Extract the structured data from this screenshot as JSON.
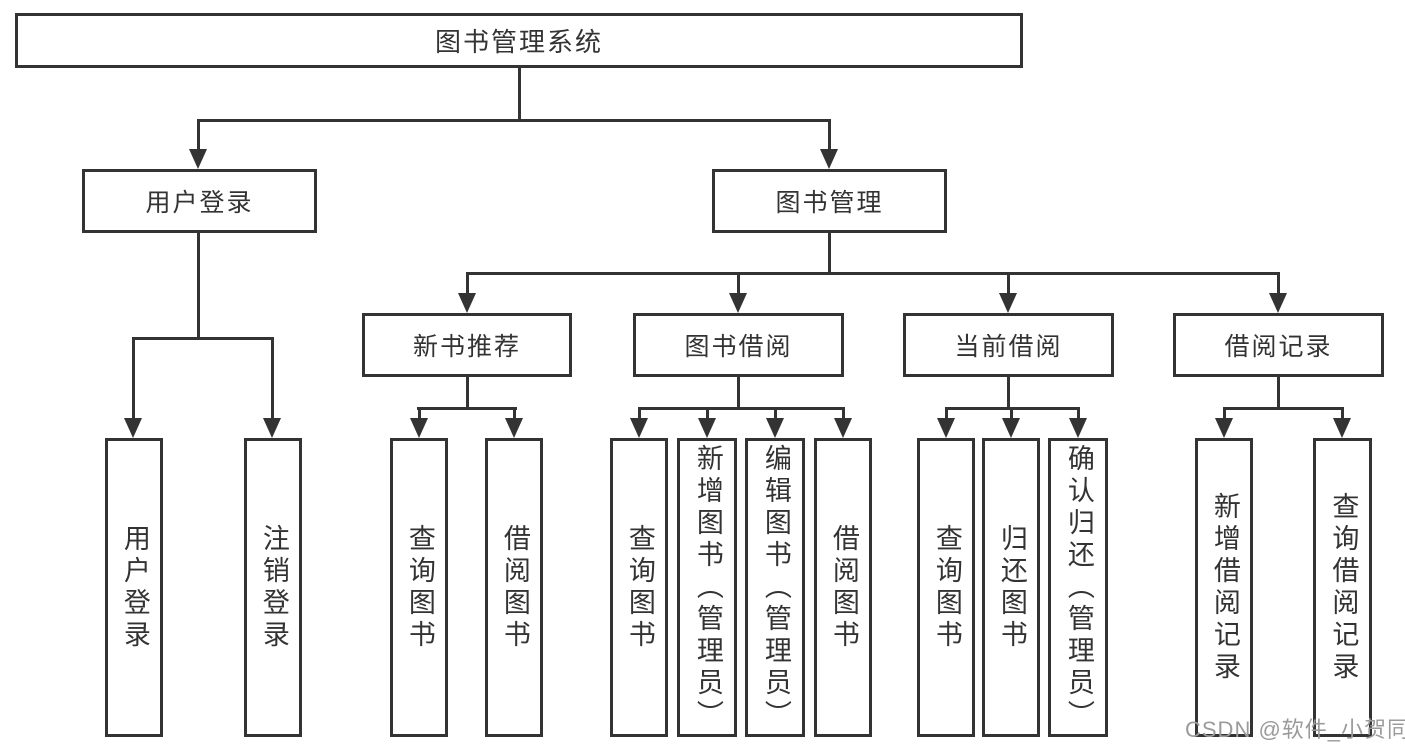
{
  "tree": {
    "root": {
      "label": "图书管理系统",
      "children": [
        {
          "label": "用户登录",
          "children": [
            {
              "label": "用户登录"
            },
            {
              "label": "注销登录"
            }
          ]
        },
        {
          "label": "图书管理",
          "children": [
            {
              "label": "新书推荐",
              "children": [
                {
                  "label": "查询图书"
                },
                {
                  "label": "借阅图书"
                }
              ]
            },
            {
              "label": "图书借阅",
              "children": [
                {
                  "label": "查询图书"
                },
                {
                  "label": "新增图书（管理员）"
                },
                {
                  "label": "编辑图书（管理员）"
                },
                {
                  "label": "借阅图书"
                }
              ]
            },
            {
              "label": "当前借阅",
              "children": [
                {
                  "label": "查询图书"
                },
                {
                  "label": "归还图书"
                },
                {
                  "label": "确认归还（管理员）"
                }
              ]
            },
            {
              "label": "借阅记录",
              "children": [
                {
                  "label": "新增借阅记录"
                },
                {
                  "label": "查询借阅记录"
                }
              ]
            }
          ]
        }
      ]
    }
  },
  "watermark": {
    "text": "CSDN @软件_小贺同学"
  },
  "colors": {
    "line": "#333333",
    "text": "#333333",
    "box_bg": "#ffffff",
    "page_bg": "#ffffff",
    "watermark": "#9b9b9b"
  }
}
